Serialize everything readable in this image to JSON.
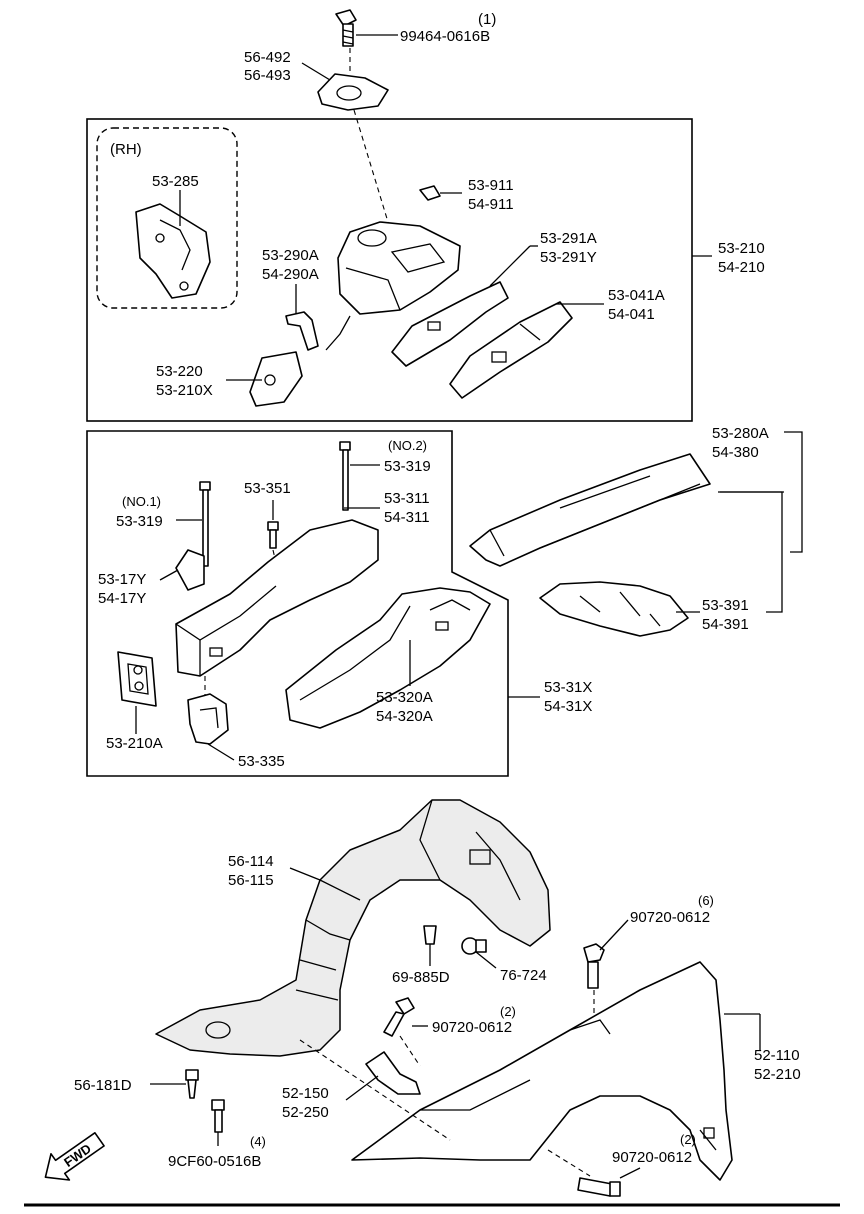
{
  "labels": {
    "top_bolt_qty": "(1)",
    "top_bolt": "99464-0616B",
    "plate_a": "56-492",
    "plate_b": "56-493",
    "rh": "(RH)",
    "p53_285": "53-285",
    "p53_911": "53-911",
    "p54_911": "54-911",
    "p53_210": "53-210",
    "p54_210": "54-210",
    "p53_290a": "53-290A",
    "p54_290a": "54-290A",
    "p53_291a": "53-291A",
    "p53_291y": "53-291Y",
    "p53_041a": "53-041A",
    "p54_041": "54-041",
    "p53_220": "53-220",
    "p53_210x": "53-210X",
    "p53_280a": "53-280A",
    "p54_380": "54-380",
    "no2": "(NO.2)",
    "p53_319_b": "53-319",
    "no1": "(NO.1)",
    "p53_319_a": "53-319",
    "p53_351": "53-351",
    "p53_311": "53-311",
    "p54_311": "54-311",
    "p53_17y": "53-17Y",
    "p54_17y": "54-17Y",
    "p53_391": "53-391",
    "p54_391": "54-391",
    "p53_320a": "53-320A",
    "p54_320a": "54-320A",
    "p53_31x": "53-31X",
    "p54_31x": "54-31X",
    "p53_210a": "53-210A",
    "p53_335": "53-335",
    "p56_114": "56-114",
    "p56_115": "56-115",
    "screw_qty_6": "(6)",
    "screw_6": "90720-0612",
    "p69_885d": "69-885D",
    "p76_724": "76-724",
    "screw_qty_2a": "(2)",
    "screw_2a": "90720-0612",
    "p52_110": "52-110",
    "p52_210": "52-210",
    "p56_181d": "56-181D",
    "p52_150": "52-150",
    "p52_250": "52-250",
    "screw_qty_4": "(4)",
    "screw_4": "9CF60-0516B",
    "screw_qty_2b": "(2)",
    "screw_2b": "90720-0612",
    "fwd": "FWD"
  }
}
